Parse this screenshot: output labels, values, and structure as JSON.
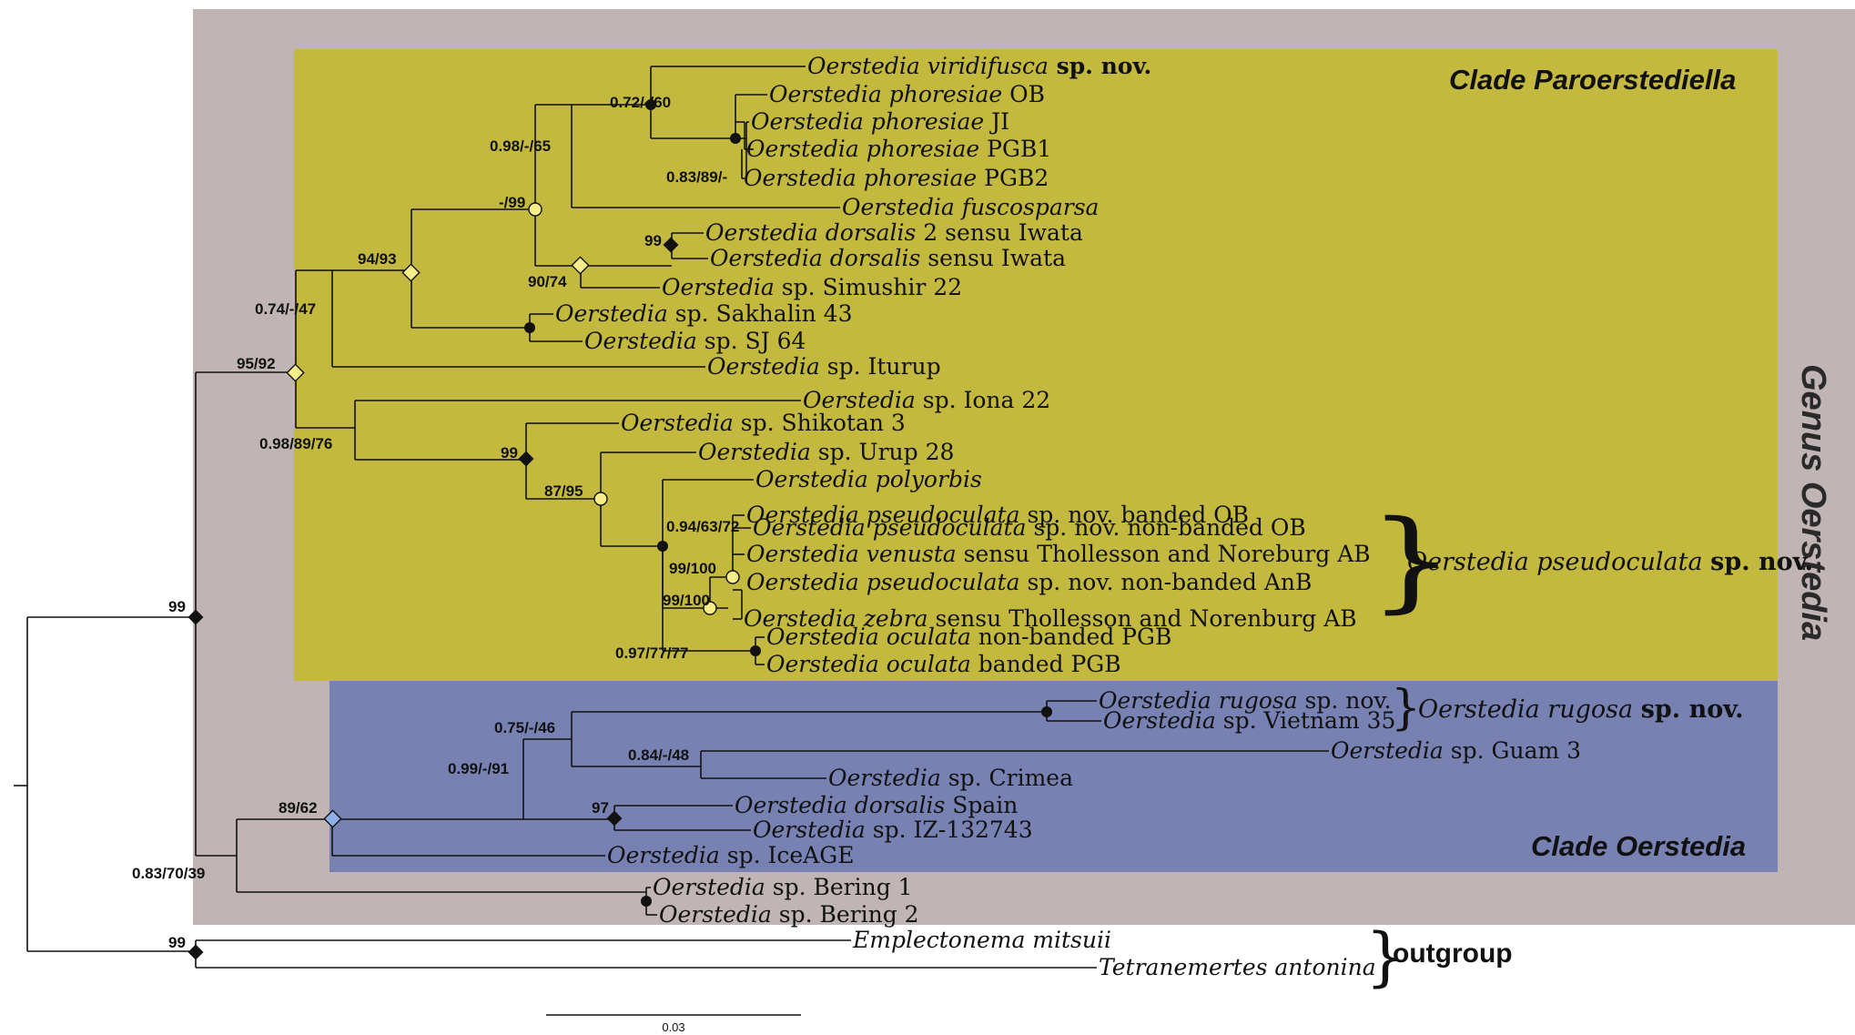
{
  "colors": {
    "genus_box": "#c0b4b4",
    "clade_paroersted": "#c3b93f",
    "clade_oerstedia": "#7782b3",
    "node_filled": "#111111",
    "node_open_yellow": "#f6ec8a",
    "node_open_blue": "#8fb0e6"
  },
  "labels": {
    "genus_prefix": "Genus",
    "genus_name": "Oerstedia",
    "clade_paroersted_prefix": "Clade",
    "clade_paroersted_name": "Paroerstediella",
    "clade_oerstedia_prefix": "Clade",
    "clade_oerstedia_name": "Oerstedia",
    "pseudoculata_group_genus": "Oerstedia pseudoculata",
    "pseudoculata_group_suffix": "sp. nov.",
    "rugosa_group_genus": "Oerstedia rugosa",
    "rugosa_group_suffix": "sp. nov.",
    "outgroup": "outgroup",
    "scale": "0.03"
  },
  "tips": [
    {
      "genus": "Oerstedia viridifusca",
      "rest": "sp. nov.",
      "bold": true
    },
    {
      "genus": "Oerstedia phoresiae",
      "rest": "OB"
    },
    {
      "genus": "Oerstedia phoresiae",
      "rest": "JI"
    },
    {
      "genus": "Oerstedia phoresiae",
      "rest": "PGB1"
    },
    {
      "genus": "Oerstedia phoresiae",
      "rest": "PGB2"
    },
    {
      "genus": "Oerstedia fuscosparsa",
      "rest": ""
    },
    {
      "genus": "Oerstedia dorsalis",
      "rest": "2 sensu Iwata"
    },
    {
      "genus": "Oerstedia dorsalis",
      "rest": "sensu Iwata"
    },
    {
      "genus": "Oerstedia",
      "rest": "sp. Simushir 22"
    },
    {
      "genus": "Oerstedia",
      "rest": "sp. Sakhalin 43"
    },
    {
      "genus": "Oerstedia",
      "rest": "sp. SJ 64"
    },
    {
      "genus": "Oerstedia",
      "rest": "sp. Iturup"
    },
    {
      "genus": "Oerstedia",
      "rest": "sp. Iona 22"
    },
    {
      "genus": "Oerstedia",
      "rest": "sp. Shikotan 3"
    },
    {
      "genus": "Oerstedia",
      "rest": "sp. Urup 28"
    },
    {
      "genus": "Oerstedia polyorbis",
      "rest": ""
    },
    {
      "genus": "Oerstedia pseudoculata",
      "rest": "sp. nov. banded OB"
    },
    {
      "genus": "Oerstedia pseudoculata",
      "rest": "sp. nov. non-banded OB"
    },
    {
      "genus": "Oerstedia venusta",
      "rest": "sensu Thollesson and Noreburg AB"
    },
    {
      "genus": "Oerstedia pseudoculata",
      "rest": "sp. nov. non-banded AnB"
    },
    {
      "genus": "Oerstedia zebra",
      "rest": "sensu Thollesson and Norenburg AB"
    },
    {
      "genus": "Oerstedia oculata",
      "rest": "non-banded PGB"
    },
    {
      "genus": "Oerstedia oculata",
      "rest": "banded PGB"
    },
    {
      "genus": "Oerstedia rugosa",
      "rest": "sp. nov."
    },
    {
      "genus": "Oerstedia",
      "rest": "sp. Vietnam 35"
    },
    {
      "genus": "Oerstedia",
      "rest": "sp. Guam 3"
    },
    {
      "genus": "Oerstedia",
      "rest": "sp. Crimea"
    },
    {
      "genus": "Oerstedia dorsalis",
      "rest": "Spain"
    },
    {
      "genus": "Oerstedia",
      "rest": "sp. IZ-132743"
    },
    {
      "genus": "Oerstedia",
      "rest": "sp. IceAGE"
    },
    {
      "genus": "Oerstedia",
      "rest": "sp. Bering 1"
    },
    {
      "genus": "Oerstedia",
      "rest": "sp. Bering 2"
    },
    {
      "genus": "Emplectonema mitsuii",
      "rest": ""
    },
    {
      "genus": "Tetranemertes antonina",
      "rest": ""
    }
  ],
  "support": [
    "0.72/-/60",
    "0.98/-/65",
    "0.83/89/-",
    "-/99",
    "99",
    "90/74",
    "94/93",
    "0.74/-/47",
    "95/92",
    "0.98/89/76",
    "99",
    "87/95",
    "0.94/63/72",
    "99/100",
    "99/100",
    "0.97/77/77",
    "99",
    "0.75/-/46",
    "0.84/-/48",
    "0.99/-/91",
    "97",
    "89/62",
    "0.83/70/39",
    "99"
  ]
}
